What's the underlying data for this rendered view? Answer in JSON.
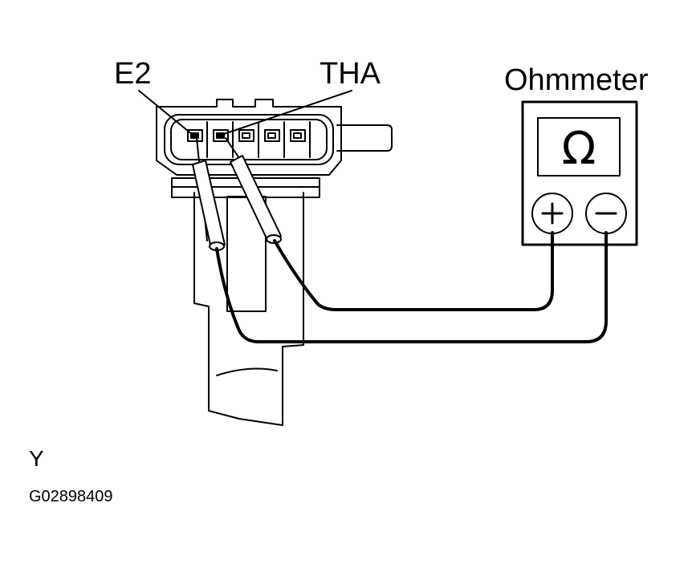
{
  "labels": {
    "e2": "E2",
    "tha": "THA",
    "meter": "Ohmmeter",
    "view": "Y",
    "figure_code": "G02898409"
  },
  "icons": {
    "omega": "ohm-symbol-icon",
    "plus": "plus-terminal-icon",
    "minus": "minus-terminal-icon"
  },
  "colors": {
    "line": "#000000",
    "background": "#ffffff"
  }
}
